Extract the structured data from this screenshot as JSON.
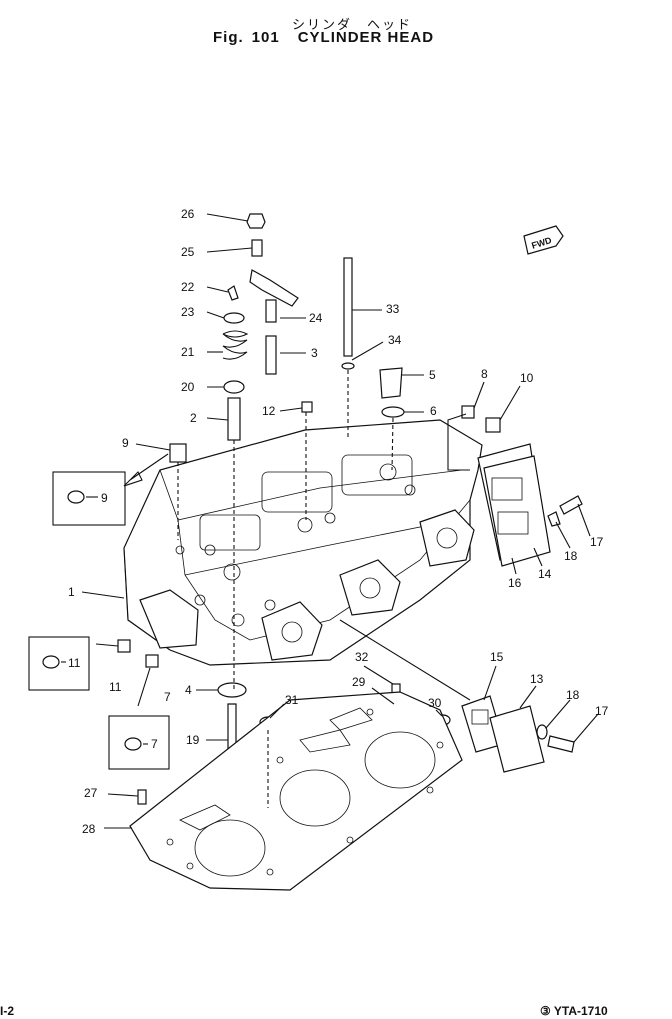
{
  "header": {
    "japanese": "シリンダ　ヘッド",
    "fig_prefix": "Fig.",
    "fig_number": "101",
    "title": "CYLINDER HEAD"
  },
  "badge": {
    "text": "FWD"
  },
  "footer": {
    "left": "I-2",
    "right": "③ YTA-1710"
  },
  "callouts": [
    {
      "id": "c26",
      "label": "26"
    },
    {
      "id": "c25",
      "label": "25"
    },
    {
      "id": "c22",
      "label": "22"
    },
    {
      "id": "c23",
      "label": "23"
    },
    {
      "id": "c24",
      "label": "24"
    },
    {
      "id": "c21",
      "label": "21"
    },
    {
      "id": "c3",
      "label": "3"
    },
    {
      "id": "c20",
      "label": "20"
    },
    {
      "id": "c2",
      "label": "2"
    },
    {
      "id": "c12",
      "label": "12"
    },
    {
      "id": "c33",
      "label": "33"
    },
    {
      "id": "c34",
      "label": "34"
    },
    {
      "id": "c5",
      "label": "5"
    },
    {
      "id": "c6",
      "label": "6"
    },
    {
      "id": "c8",
      "label": "8"
    },
    {
      "id": "c10",
      "label": "10"
    },
    {
      "id": "c9",
      "label": "9"
    },
    {
      "id": "c9b",
      "label": "9"
    },
    {
      "id": "c1",
      "label": "1"
    },
    {
      "id": "c11b",
      "label": "11"
    },
    {
      "id": "c11",
      "label": "11"
    },
    {
      "id": "c7",
      "label": "7"
    },
    {
      "id": "c7b",
      "label": "7"
    },
    {
      "id": "c4",
      "label": "4"
    },
    {
      "id": "c19",
      "label": "19"
    },
    {
      "id": "c31",
      "label": "31"
    },
    {
      "id": "c32",
      "label": "32"
    },
    {
      "id": "c29",
      "label": "29"
    },
    {
      "id": "c30",
      "label": "30"
    },
    {
      "id": "c15",
      "label": "15"
    },
    {
      "id": "c13",
      "label": "13"
    },
    {
      "id": "c18",
      "label": "18"
    },
    {
      "id": "c17",
      "label": "17"
    },
    {
      "id": "c18b",
      "label": "18"
    },
    {
      "id": "c17b",
      "label": "17"
    },
    {
      "id": "c16",
      "label": "16"
    },
    {
      "id": "c14",
      "label": "14"
    },
    {
      "id": "c27",
      "label": "27"
    },
    {
      "id": "c28",
      "label": "28"
    }
  ]
}
